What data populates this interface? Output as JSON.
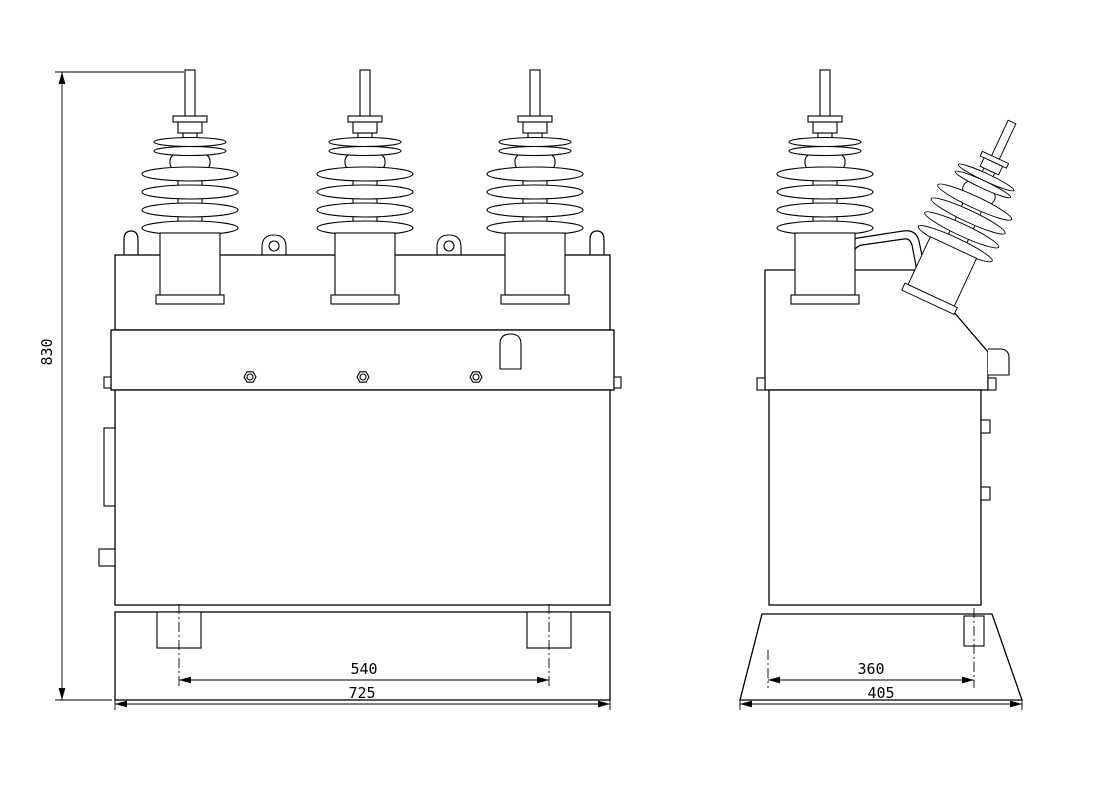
{
  "canvas": {
    "background": "#ffffff",
    "line_color": "#000000"
  },
  "drawing": {
    "dimensions": {
      "overall_height": "830",
      "front_foot_spacing": "540",
      "front_overall_width": "725",
      "side_foot_spacing": "360",
      "side_overall_depth": "405"
    }
  }
}
